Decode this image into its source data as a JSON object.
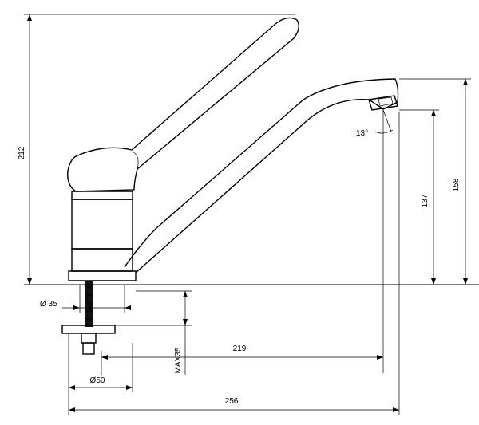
{
  "drawing": {
    "dimensions": {
      "height_total": "212",
      "outlet_height_upper": "158",
      "outlet_height_lower": "137",
      "spout_angle": "13°",
      "hole_diameter": "Ø 35",
      "max_thickness": "MAX35",
      "reach": "219",
      "base_diameter": "Ø50",
      "overall_length": "256"
    },
    "colors": {
      "line": "#000000",
      "background": "#ffffff"
    }
  }
}
